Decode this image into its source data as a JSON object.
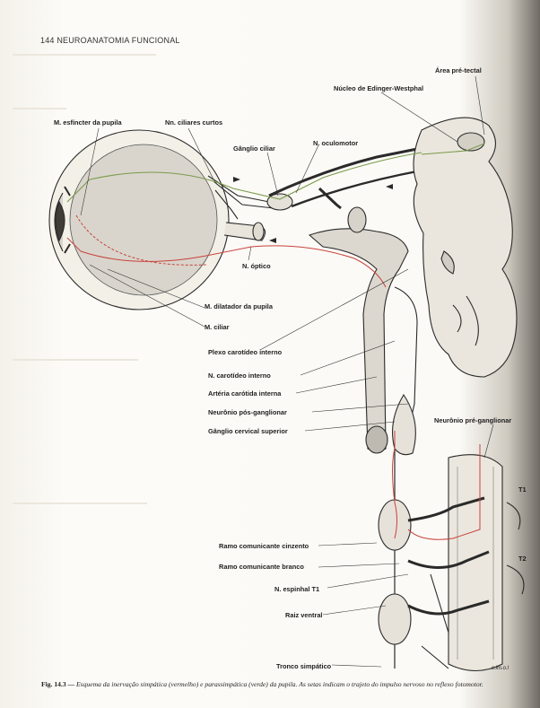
{
  "page": {
    "header": "144 NEUROANATOMIA FUNCIONAL",
    "caption_prefix": "Fig. 14.3 —",
    "caption_text": "Esquema da inervação simpática (vermelho) e parassimpática (verde) da pupila. As setas indicam o trajeto do impulso nervoso no reflexo fotomotor.",
    "signature": "c.lm.o.l"
  },
  "labels": {
    "area_pretectal": "Área pré-tectal",
    "nucleo_edinger": "Núcleo de Edinger-Westphal",
    "esfincter": "M. esfíncter da pupila",
    "ciliares_curtos": "Nn. ciliares curtos",
    "ganglio_ciliar": "Gânglio ciliar",
    "oculomotor": "N. oculomotor",
    "optico": "N. óptico",
    "dilatador": "M. dilatador da pupila",
    "ciliar": "M. ciliar",
    "plexo": "Plexo carotídeo interno",
    "n_carotideo": "N. carotídeo interno",
    "arteria": "Artéria carótida interna",
    "neuronio_pos": "Neurônio pós-ganglionar",
    "ganglio_cervical": "Gânglio cervical superior",
    "neuronio_pre": "Neurônio pré-ganglionar",
    "t1": "T1",
    "t2": "T2",
    "ramo_cinzento": "Ramo comunicante cinzento",
    "ramo_branco": "Ramo comunicante branco",
    "espinhal": "N. espinhal T1",
    "raiz_ventral": "Raiz ventral",
    "tronco": "Tronco simpático"
  },
  "colors": {
    "sympathetic": "#c8433c",
    "parasympathetic": "#7a9a4a",
    "ink": "#2a2a2a"
  }
}
